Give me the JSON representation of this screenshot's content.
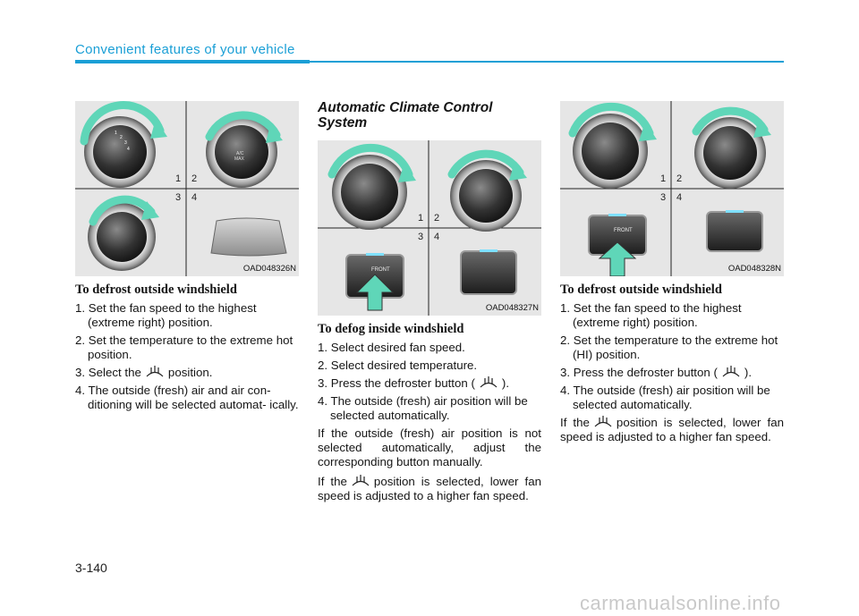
{
  "header": {
    "title": "Convenient features of your vehicle"
  },
  "page_number": "3-140",
  "watermark": "carmanualsonline.info",
  "figures": {
    "left": {
      "code": "OAD048326N",
      "quadrants": [
        "1",
        "2",
        "3",
        "4"
      ]
    },
    "middle": {
      "code": "OAD048327N",
      "quadrants": [
        "1",
        "2",
        "3",
        "4"
      ]
    },
    "right": {
      "code": "OAD048328N",
      "quadrants": [
        "1",
        "2",
        "3",
        "4"
      ]
    }
  },
  "figure_labels": {
    "left": [
      "1",
      "2",
      "3",
      "4",
      "A/C",
      "MAX"
    ],
    "button_front": "FRONT"
  },
  "left_col": {
    "heading": "To defrost outside windshield",
    "items": [
      "1. Set the fan speed to the highest (extreme right) position.",
      "2. Set the temperature to the extreme hot position.",
      "3. Select the",
      "position.",
      "4. The outside (fresh) air and air con- ditioning will be selected automat- ically."
    ]
  },
  "middle_col": {
    "section_title": "Automatic Climate Control System",
    "heading": "To defog inside windshield",
    "items": [
      "1. Select desired fan speed.",
      "2. Select desired temperature.",
      "3. Press the defroster button (",
      ").",
      "4. The outside (fresh) air position will be selected automatically."
    ],
    "para1": "If the outside (fresh) air position is not selected automatically, adjust the corresponding button manually.",
    "para2_a": "If the",
    "para2_b": "position is selected, lower fan speed is adjusted to a higher fan speed."
  },
  "right_col": {
    "heading": "To defrost outside windshield",
    "items": [
      "1. Set the fan speed to the highest (extreme right) position.",
      "2. Set the temperature to the extreme hot (HI) position.",
      "3. Press the defroster button (",
      ").",
      "4. The outside (fresh) air position will be selected automatically."
    ],
    "para_a": "If the",
    "para_b": "position is selected, lower fan speed is adjusted to a higher fan speed."
  },
  "colors": {
    "accent": "#1a9fd6",
    "arrow": "#5fd6b8",
    "panel": "#e6e6e6"
  }
}
